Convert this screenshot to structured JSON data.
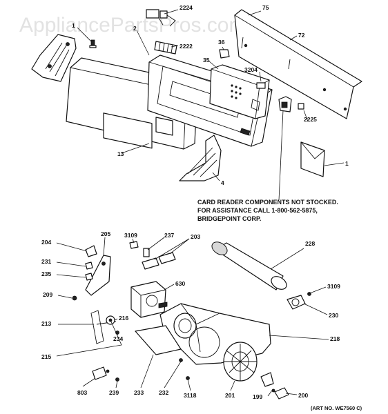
{
  "watermark": "AppliancePartsPros.com",
  "labels": {
    "l1a": "1",
    "l2": "2",
    "l2224": "2224",
    "l2222": "2222",
    "l75": "75",
    "l72": "72",
    "l36": "36",
    "l35": "35",
    "l3204": "3204",
    "l2225": "2225",
    "l13": "13",
    "l4": "4",
    "l1b": "1",
    "l204": "204",
    "l205": "205",
    "l231": "231",
    "l235": "235",
    "l209": "209",
    "l3109a": "3109",
    "l237": "237",
    "l203": "203",
    "l630": "630",
    "l228": "228",
    "l3109b": "3109",
    "l230": "230",
    "l213": "213",
    "l216": "216",
    "l234": "234",
    "l218": "218",
    "l215": "215",
    "l803": "803",
    "l239": "239",
    "l233": "233",
    "l232": "232",
    "l3118": "3118",
    "l201": "201",
    "l199": "199",
    "l200": "200"
  },
  "note": {
    "line1": "CARD READER COMPONENTS NOT STOCKED.",
    "line2": "FOR ASSISTANCE CALL 1-800-562-5875,",
    "line3": "BRIDGEPOINT CORP."
  },
  "art_number": "(ART NO. WE7560 C)"
}
